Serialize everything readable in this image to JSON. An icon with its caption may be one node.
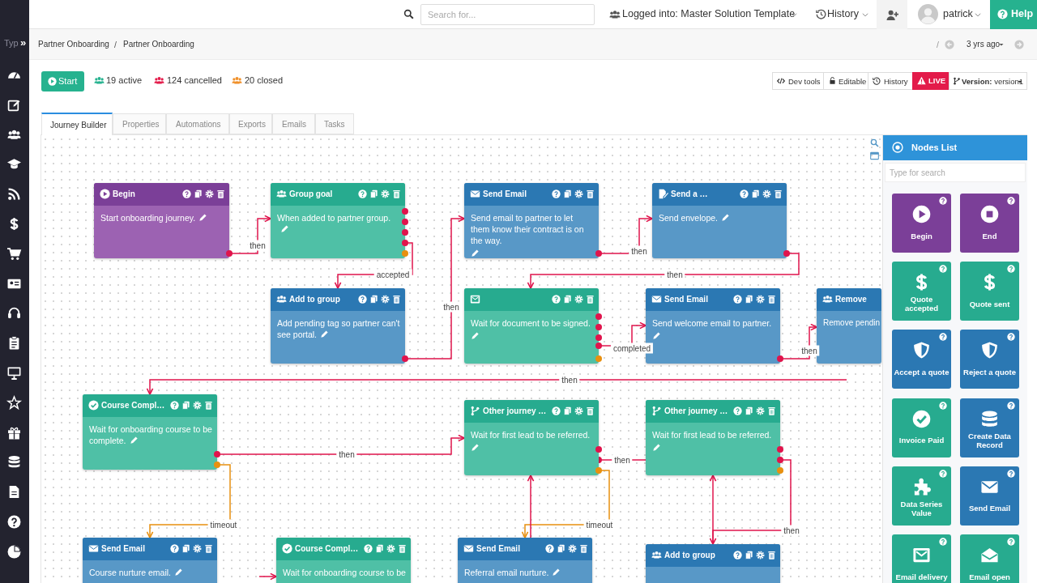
{
  "diagram": {
    "nodes": [
      {
        "text": [
          "Begin",
          "Start onboarding journey."
        ]
      },
      {
        "text": [
          "Group goal",
          "When added to partner group."
        ]
      },
      {
        "text": [
          "Add to group",
          "Add pending tag so partner can't see portal."
        ]
      },
      {
        "text": [
          "Send Email",
          "Send email to partner to let them know their contract is on the way."
        ]
      },
      {
        "text": [
          "Send a …",
          "Send envelope."
        ]
      },
      {
        "text": [
          "Wait for document to be signed."
        ]
      },
      {
        "text": [
          "Send Email",
          "Send welcome email to partner."
        ]
      },
      {
        "text": [
          "Remove",
          "Remove pendin"
        ]
      },
      {
        "text": [
          "Course Compl…",
          "Wait for onboarding course to be complete."
        ]
      },
      {
        "text": [
          "Other journey …",
          "Wait for first lead to be referred."
        ]
      },
      {
        "text": [
          "Other journey …",
          "Wait for first lead to be referred."
        ]
      },
      {
        "text": [
          "Send Email",
          "Course nurture email."
        ]
      },
      {
        "text": [
          "Course Compl…",
          "Wait for onboarding course to be"
        ]
      },
      {
        "text": [
          "Send Email",
          "Referral email nurture."
        ]
      },
      {
        "text": [
          "Add to group"
        ]
      },
      {
        "text": [
          "Nodes List"
        ]
      },
      {
        "text": [
          "Begin"
        ],
        "in": 15
      },
      {
        "text": [
          "End"
        ],
        "in": 15
      },
      {
        "text": [
          "Quote accepted"
        ],
        "in": 15
      },
      {
        "text": [
          "Quote sent"
        ],
        "in": 15
      },
      {
        "text": [
          "Accept a quote"
        ],
        "in": 15
      },
      {
        "text": [
          "Reject a quote"
        ],
        "in": 15
      },
      {
        "text": [
          "Invoice Paid"
        ],
        "in": 15
      },
      {
        "text": [
          "Create Data Record"
        ],
        "in": 15
      },
      {
        "text": [
          "Data Series Value"
        ],
        "in": 15
      },
      {
        "text": [
          "Send Email"
        ],
        "in": 15
      },
      {
        "text": [
          "Email delivery"
        ],
        "in": 15
      },
      {
        "text": [
          "Email open"
        ],
        "in": 15
      }
    ],
    "edges": [
      {
        "from": 0,
        "to": 1,
        "arrow": "to",
        "label": "then"
      },
      {
        "from": 1,
        "to": 2,
        "arrow": "to",
        "label": "accepted"
      },
      {
        "from": 2,
        "to": 3,
        "arrow": "to",
        "label": "then"
      },
      {
        "from": 3,
        "to": 4,
        "arrow": "to",
        "label": "then"
      },
      {
        "from": 4,
        "to": 5,
        "arrow": "to",
        "label": "then"
      },
      {
        "from": 5,
        "to": 6,
        "arrow": "to",
        "label": "completed"
      },
      {
        "from": 6,
        "to": 7,
        "arrow": "to",
        "label": "then"
      },
      {
        "from": null,
        "to": 8,
        "arrow": "to",
        "label": "then"
      },
      {
        "from": 8,
        "to": 9,
        "arrow": "to",
        "label": "then"
      },
      {
        "from": 8,
        "to": 11,
        "arrow": "to",
        "label": "timeout",
        "color": "#e8900f"
      },
      {
        "from": 9,
        "to": 10,
        "arrow": "other",
        "label": "then"
      },
      {
        "from": 9,
        "to": 13,
        "arrow": "to",
        "label": "timeout",
        "color": "#e8900f"
      },
      {
        "from": 13,
        "to": 9,
        "arrow": "to"
      },
      {
        "from": 10,
        "to": 14,
        "arrow": "to",
        "label": "then"
      },
      {
        "from": 14,
        "to": 10,
        "arrow": "to"
      },
      {
        "from": null,
        "to": 12,
        "arrow": "to"
      }
    ],
    "labels": [
      "Typ",
      "»",
      "Search for...",
      "Logged into: Master Solution Template",
      "History",
      "patrick",
      "Help",
      "Partner Onboarding",
      "/",
      "Partner Onboarding",
      "/",
      "3 yrs ago",
      "Start",
      "19 active",
      "124 cancelled",
      "20 closed",
      "Dev tools",
      "Editable",
      "History",
      "LIVE",
      "**Version:** version1",
      "Journey Builder",
      "Properties",
      "Automations",
      "Exports",
      "Emails",
      "Tasks",
      "Type for search"
    ]
  }
}
